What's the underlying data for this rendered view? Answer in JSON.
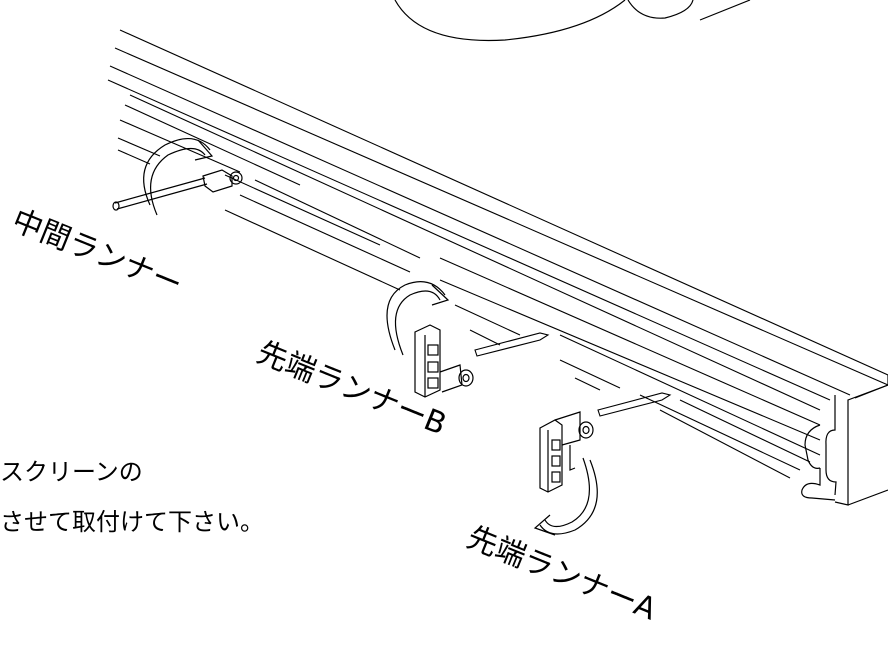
{
  "labels": {
    "middle_runner": "中間ランナー",
    "tip_runner_b": "先端ランナーB",
    "tip_runner_a": "先端ランナーA",
    "instruction_line1": "スクリーンの",
    "instruction_line2": "させて取付けて下さい。"
  },
  "colors": {
    "stroke": "#000000",
    "background": "#ffffff"
  }
}
